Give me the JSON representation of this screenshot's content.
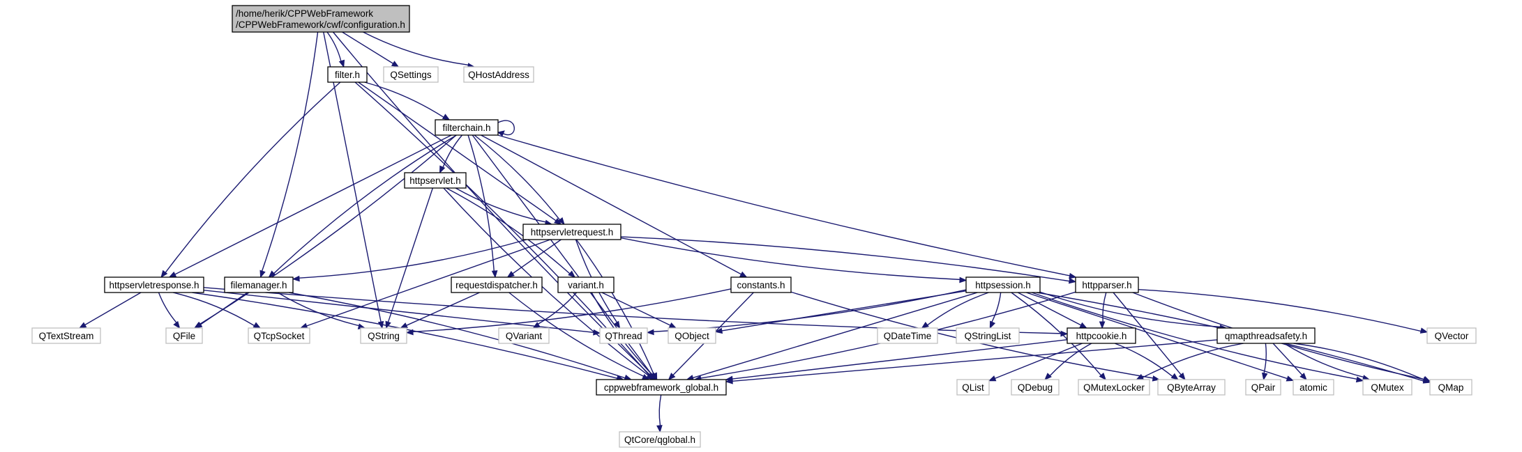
{
  "colors": {
    "edge": "#191970",
    "local_border": "#000000",
    "external_border": "#bfbfbf",
    "root_fill": "#bfbfbf",
    "local_fill": "#ffffff",
    "external_text": "#7f7f7f"
  },
  "nodes": [
    {
      "id": "configuration",
      "kind": "root",
      "label": [
        "/home/herik/CPPWebFramework",
        "/CPPWebFramework/cwf/configuration.h"
      ]
    },
    {
      "id": "filter",
      "kind": "local",
      "label": [
        "filter.h"
      ]
    },
    {
      "id": "qsettings",
      "kind": "external",
      "label": [
        "QSettings"
      ]
    },
    {
      "id": "qhostaddress",
      "kind": "external",
      "label": [
        "QHostAddress"
      ]
    },
    {
      "id": "filterchain",
      "kind": "local",
      "label": [
        "filterchain.h"
      ]
    },
    {
      "id": "httpservlet",
      "kind": "local",
      "label": [
        "httpservlet.h"
      ]
    },
    {
      "id": "httpservletrequest",
      "kind": "local",
      "label": [
        "httpservletrequest.h"
      ]
    },
    {
      "id": "httpservletresponse",
      "kind": "local",
      "label": [
        "httpservletresponse.h"
      ]
    },
    {
      "id": "filemanager",
      "kind": "local",
      "label": [
        "filemanager.h"
      ]
    },
    {
      "id": "requestdispatcher",
      "kind": "local",
      "label": [
        "requestdispatcher.h"
      ]
    },
    {
      "id": "variant",
      "kind": "local",
      "label": [
        "variant.h"
      ]
    },
    {
      "id": "constants",
      "kind": "local",
      "label": [
        "constants.h"
      ]
    },
    {
      "id": "httpsession",
      "kind": "local",
      "label": [
        "httpsession.h"
      ]
    },
    {
      "id": "httpparser",
      "kind": "local",
      "label": [
        "httpparser.h"
      ]
    },
    {
      "id": "qtextstream",
      "kind": "external",
      "label": [
        "QTextStream"
      ]
    },
    {
      "id": "qfile",
      "kind": "external",
      "label": [
        "QFile"
      ]
    },
    {
      "id": "qtcpsocket",
      "kind": "external",
      "label": [
        "QTcpSocket"
      ]
    },
    {
      "id": "qstring",
      "kind": "external",
      "label": [
        "QString"
      ]
    },
    {
      "id": "qvariant",
      "kind": "external",
      "label": [
        "QVariant"
      ]
    },
    {
      "id": "qthread",
      "kind": "external",
      "label": [
        "QThread"
      ]
    },
    {
      "id": "qobject",
      "kind": "external",
      "label": [
        "QObject"
      ]
    },
    {
      "id": "qdatetime",
      "kind": "external",
      "label": [
        "QDateTime"
      ]
    },
    {
      "id": "qstringlist",
      "kind": "external",
      "label": [
        "QStringList"
      ]
    },
    {
      "id": "httpcookie",
      "kind": "local",
      "label": [
        "httpcookie.h"
      ]
    },
    {
      "id": "qmapthreadsafety",
      "kind": "local",
      "label": [
        "qmapthreadsafety.h"
      ]
    },
    {
      "id": "qvector",
      "kind": "external",
      "label": [
        "QVector"
      ]
    },
    {
      "id": "cppwebframework_global",
      "kind": "local",
      "label": [
        "cppwebframework_global.h"
      ]
    },
    {
      "id": "qlist",
      "kind": "external",
      "label": [
        "QList"
      ]
    },
    {
      "id": "qdebug",
      "kind": "external",
      "label": [
        "QDebug"
      ]
    },
    {
      "id": "qmutexlocker",
      "kind": "external",
      "label": [
        "QMutexLocker"
      ]
    },
    {
      "id": "qbytearray",
      "kind": "external",
      "label": [
        "QByteArray"
      ]
    },
    {
      "id": "qpair",
      "kind": "external",
      "label": [
        "QPair"
      ]
    },
    {
      "id": "atomic",
      "kind": "external",
      "label": [
        "atomic"
      ]
    },
    {
      "id": "qmutex",
      "kind": "external",
      "label": [
        "QMutex"
      ]
    },
    {
      "id": "qmap",
      "kind": "external",
      "label": [
        "QMap"
      ]
    },
    {
      "id": "qtcore_qglobal",
      "kind": "external",
      "label": [
        "QtCore/qglobal.h"
      ]
    }
  ],
  "edges": [
    [
      "configuration",
      "filter"
    ],
    [
      "configuration",
      "qsettings"
    ],
    [
      "configuration",
      "qhostaddress"
    ],
    [
      "configuration",
      "filemanager"
    ],
    [
      "configuration",
      "qstring"
    ],
    [
      "configuration",
      "cppwebframework_global"
    ],
    [
      "filter",
      "filterchain"
    ],
    [
      "filter",
      "httpservletrequest"
    ],
    [
      "filter",
      "httpservletresponse"
    ],
    [
      "filter",
      "cppwebframework_global"
    ],
    [
      "filterchain",
      "filterchain"
    ],
    [
      "filterchain",
      "httpservlet"
    ],
    [
      "filterchain",
      "httpservletrequest"
    ],
    [
      "filterchain",
      "httpservletresponse"
    ],
    [
      "filterchain",
      "filemanager"
    ],
    [
      "filterchain",
      "requestdispatcher"
    ],
    [
      "filterchain",
      "constants"
    ],
    [
      "filterchain",
      "httpparser"
    ],
    [
      "filterchain",
      "qfile"
    ],
    [
      "filterchain",
      "cppwebframework_global"
    ],
    [
      "httpservlet",
      "httpservletrequest"
    ],
    [
      "httpservlet",
      "variant"
    ],
    [
      "httpservlet",
      "qstring"
    ],
    [
      "httpservlet",
      "cppwebframework_global"
    ],
    [
      "httpservletrequest",
      "filemanager"
    ],
    [
      "httpservletrequest",
      "requestdispatcher"
    ],
    [
      "httpservletrequest",
      "httpsession"
    ],
    [
      "httpservletrequest",
      "httpparser"
    ],
    [
      "httpservletrequest",
      "qtcpsocket"
    ],
    [
      "httpservletrequest",
      "qthread"
    ],
    [
      "httpservletrequest",
      "cppwebframework_global"
    ],
    [
      "httpservletresponse",
      "qtextstream"
    ],
    [
      "httpservletresponse",
      "qfile"
    ],
    [
      "httpservletresponse",
      "qtcpsocket"
    ],
    [
      "httpservletresponse",
      "qthread"
    ],
    [
      "httpservletresponse",
      "httpcookie"
    ],
    [
      "httpservletresponse",
      "cppwebframework_global"
    ],
    [
      "filemanager",
      "qfile"
    ],
    [
      "filemanager",
      "qstring"
    ],
    [
      "filemanager",
      "cppwebframework_global"
    ],
    [
      "requestdispatcher",
      "qstring"
    ],
    [
      "requestdispatcher",
      "cppwebframework_global"
    ],
    [
      "variant",
      "qvariant"
    ],
    [
      "variant",
      "qobject"
    ],
    [
      "variant",
      "cppwebframework_global"
    ],
    [
      "constants",
      "qstring"
    ],
    [
      "constants",
      "cppwebframework_global"
    ],
    [
      "constants",
      "qbytearray"
    ],
    [
      "httpsession",
      "qthread"
    ],
    [
      "httpsession",
      "qobject"
    ],
    [
      "httpsession",
      "qdatetime"
    ],
    [
      "httpsession",
      "qstringlist"
    ],
    [
      "httpsession",
      "httpcookie"
    ],
    [
      "httpsession",
      "qmapthreadsafety"
    ],
    [
      "httpsession",
      "qmutexlocker"
    ],
    [
      "httpsession",
      "atomic"
    ],
    [
      "httpsession",
      "qmutex"
    ],
    [
      "httpsession",
      "qmap"
    ],
    [
      "httpsession",
      "cppwebframework_global"
    ],
    [
      "httpparser",
      "httpcookie"
    ],
    [
      "httpparser",
      "qvector"
    ],
    [
      "httpparser",
      "qbytearray"
    ],
    [
      "httpparser",
      "qmap"
    ],
    [
      "httpparser",
      "cppwebframework_global"
    ],
    [
      "httpcookie",
      "qlist"
    ],
    [
      "httpcookie",
      "qdebug"
    ],
    [
      "httpcookie",
      "qbytearray"
    ],
    [
      "httpcookie",
      "cppwebframework_global"
    ],
    [
      "qmapthreadsafety",
      "qmutexlocker"
    ],
    [
      "qmapthreadsafety",
      "qpair"
    ],
    [
      "qmapthreadsafety",
      "atomic"
    ],
    [
      "qmapthreadsafety",
      "qmutex"
    ],
    [
      "qmapthreadsafety",
      "qmap"
    ],
    [
      "qmapthreadsafety",
      "cppwebframework_global"
    ],
    [
      "cppwebframework_global",
      "qtcore_qglobal"
    ]
  ]
}
